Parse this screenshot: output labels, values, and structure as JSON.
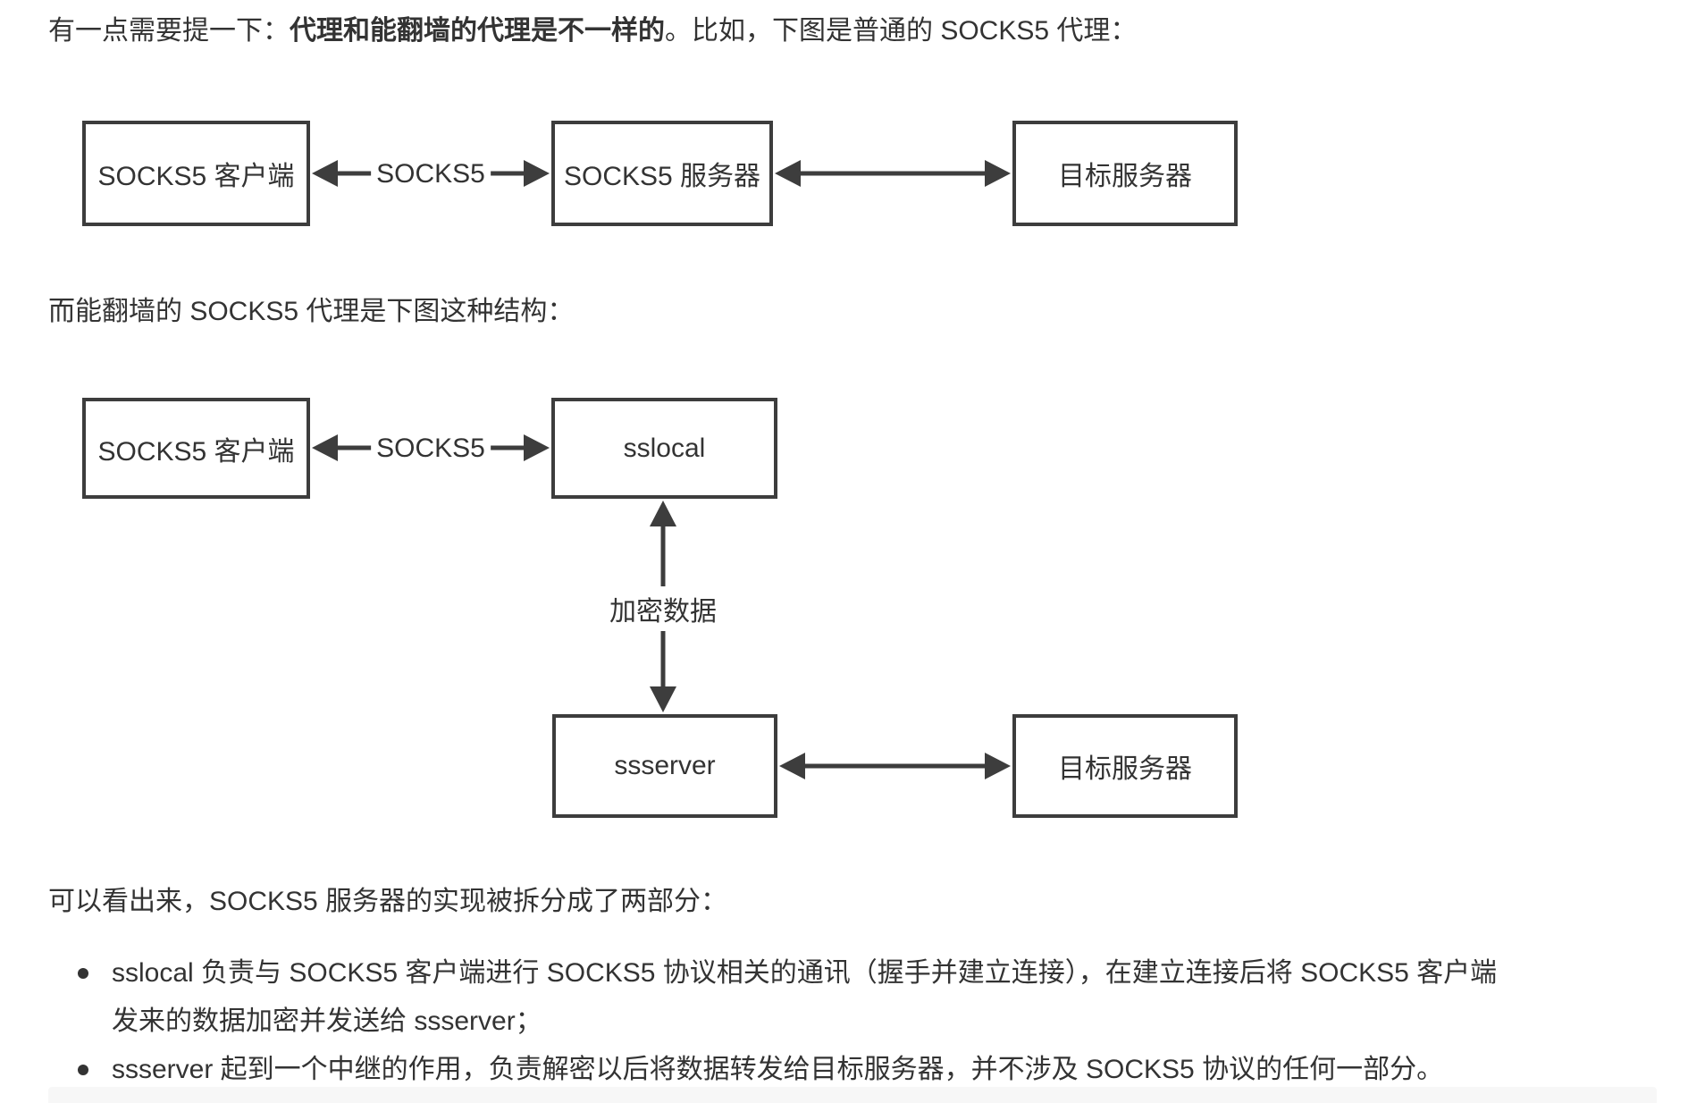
{
  "colors": {
    "background": "#ffffff",
    "text": "#333333",
    "diagram_line": "#3d3d3d",
    "next_block_bg": "#f7f7f7"
  },
  "paragraphs": {
    "intro": {
      "prefix": "有一点需要提一下：",
      "bold": "代理和能翻墙的代理是不一样的",
      "suffix": "。比如，下图是普通的 SOCKS5 代理："
    },
    "wall_proxy": "而能翻墙的 SOCKS5 代理是下图这种结构：",
    "split_summary": "可以看出来，SOCKS5 服务器的实现被拆分成了两部分："
  },
  "diagram1": {
    "boxes": [
      {
        "label": "SOCKS5 客户端"
      },
      {
        "label": "SOCKS5 服务器"
      },
      {
        "label": "目标服务器"
      }
    ],
    "arrow_label": "SOCKS5"
  },
  "diagram2": {
    "boxes": [
      {
        "label": "SOCKS5 客户端"
      },
      {
        "label": "sslocal"
      },
      {
        "label": "ssserver"
      },
      {
        "label": "目标服务器"
      }
    ],
    "arrow_label": "SOCKS5",
    "vertical_arrow_label": "加密数据"
  },
  "list": {
    "items": [
      {
        "lines": [
          "sslocal 负责与 SOCKS5 客户端进行 SOCKS5 协议相关的通讯（握手并建立连接），在建立连接后将 SOCKS5 客户端",
          "发来的数据加密并发送给 ssserver；"
        ]
      },
      {
        "lines": [
          "ssserver 起到一个中继的作用，负责解密以后将数据转发给目标服务器，并不涉及 SOCKS5 协议的任何一部分。"
        ]
      }
    ]
  }
}
